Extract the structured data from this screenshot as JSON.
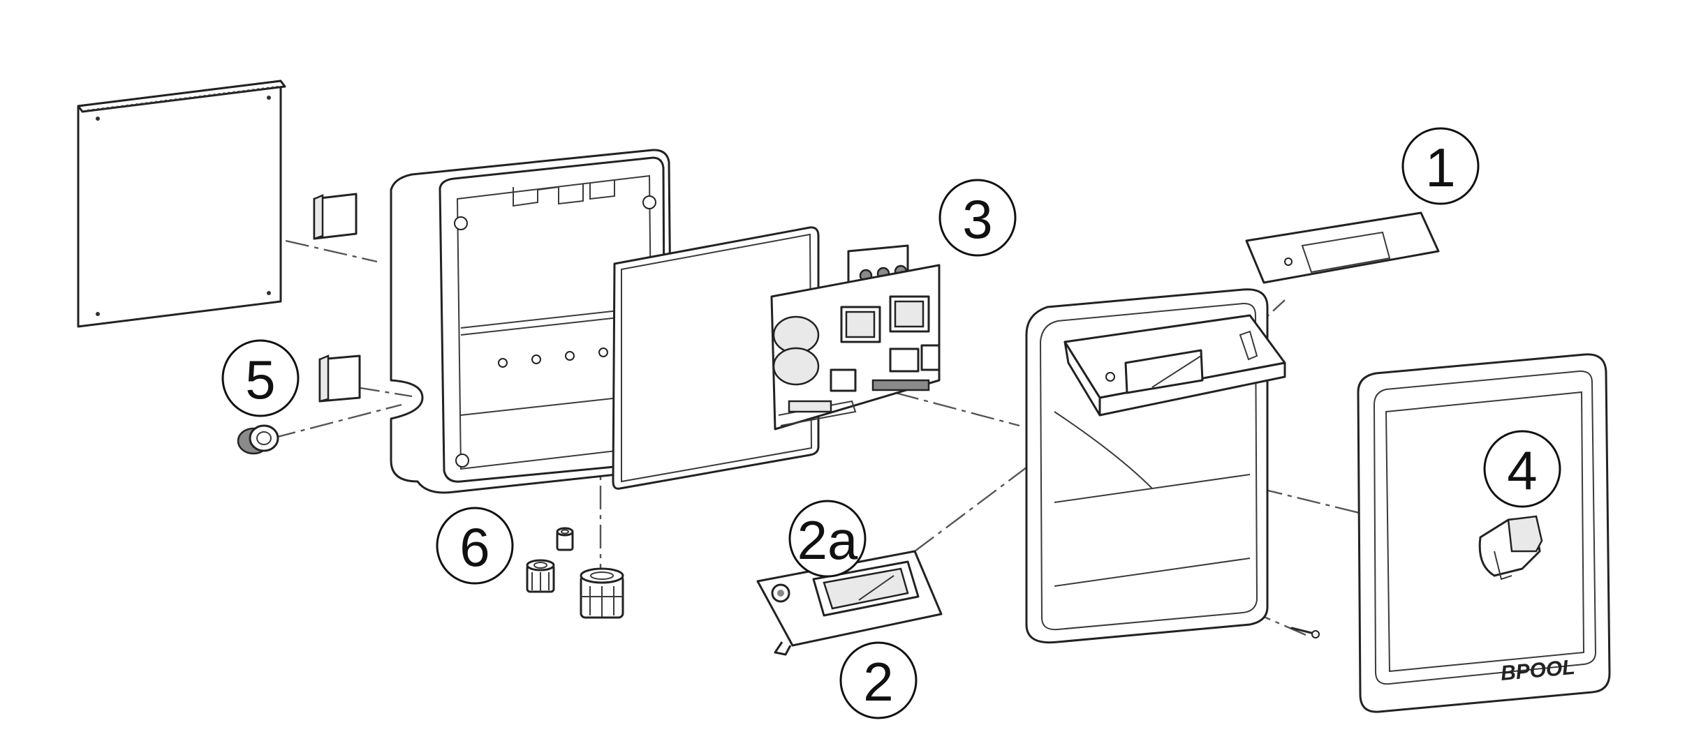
{
  "diagram": {
    "callouts": [
      {
        "id": "1",
        "label": "1"
      },
      {
        "id": "2",
        "label": "2"
      },
      {
        "id": "2a",
        "label": "2a"
      },
      {
        "id": "3",
        "label": "3"
      },
      {
        "id": "4",
        "label": "4"
      },
      {
        "id": "5",
        "label": "5"
      },
      {
        "id": "6",
        "label": "6"
      }
    ],
    "brand_logo_text": "BPOOL"
  }
}
